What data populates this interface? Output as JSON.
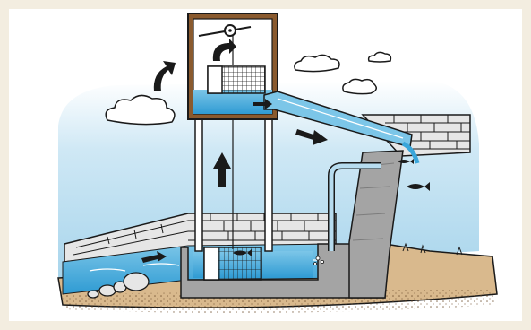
{
  "diagram": {
    "colors": {
      "page_background": "#f3ede0",
      "panel_background": "#ffffff",
      "sky": "#b7dcef",
      "water": "#3aa6da",
      "water_light": "#7cc6e8",
      "concrete": "#a4a4a4",
      "concrete_dark": "#7c7c7c",
      "wall": "#e6e6e6",
      "ground": "#d9b98d",
      "tower": "#8a5a2e",
      "outline": "#1a1a1a"
    },
    "icons": [
      "pulley-icon",
      "rotation-arrow-icon",
      "up-arrow-icon",
      "flow-arrow-icon",
      "fish-icon",
      "cloud-icon"
    ],
    "elements": [
      "sky",
      "tower",
      "hoist-cage",
      "flume-chute",
      "dam-wall",
      "stone-walls",
      "lower-pool",
      "bypass-pipe",
      "ground",
      "rocks"
    ]
  }
}
